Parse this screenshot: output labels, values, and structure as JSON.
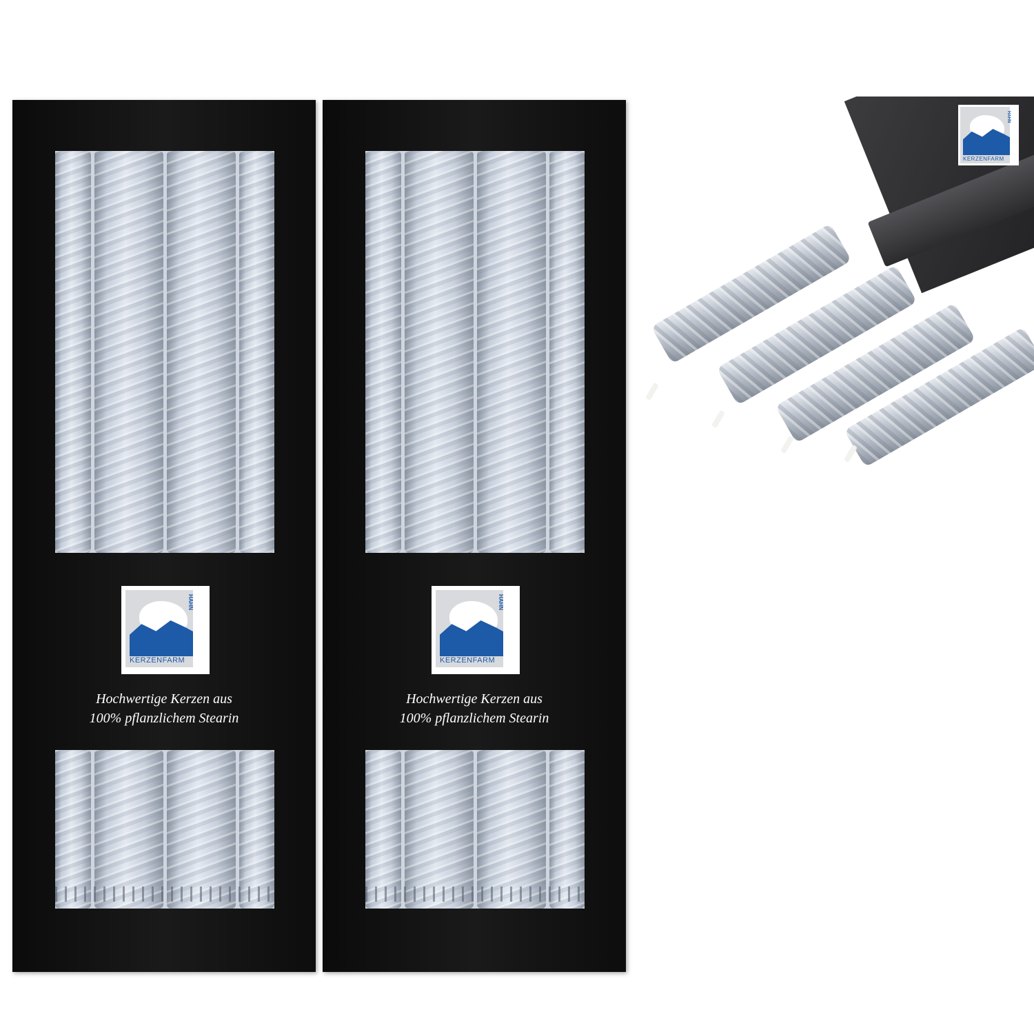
{
  "boxes": [
    {
      "brand": "KERZENFARM",
      "brand_side": "HAHN",
      "tagline_line1": "Hochwertige Kerzen aus",
      "tagline_line2": "100% pflanzlichem Stearin"
    },
    {
      "brand": "KERZENFARM",
      "brand_side": "HAHN",
      "tagline_line1": "Hochwertige Kerzen aus",
      "tagline_line2": "100% pflanzlichem Stearin"
    }
  ],
  "photo_logo": {
    "brand": "KERZENFARM",
    "brand_side": "HAHN"
  },
  "colors": {
    "box": "#111111",
    "candle": "#c9d1dd",
    "logo_blue": "#1d5aa8"
  }
}
